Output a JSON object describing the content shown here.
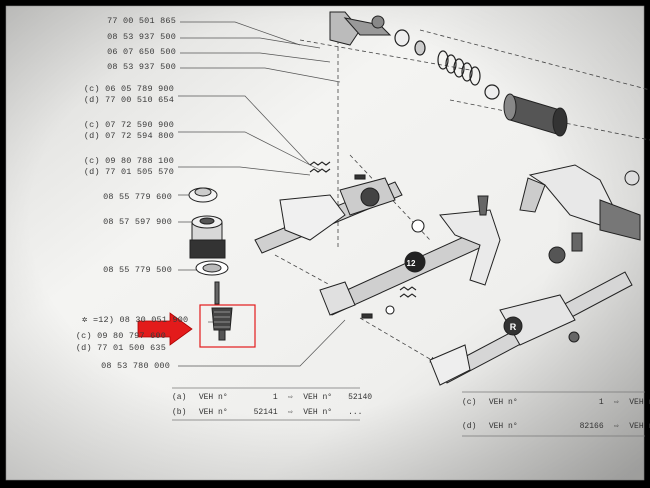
{
  "part_numbers_left": [
    {
      "text": "77 00 501 865"
    },
    {
      "text": "08 53 937 500"
    },
    {
      "text": "06 07 650 500"
    },
    {
      "text": "08 53 937 500"
    },
    {
      "text": "(c) 06 05 789 900"
    },
    {
      "text": "(d) 77 00 510 654"
    },
    {
      "text": "(c) 07 72 590 900"
    },
    {
      "text": "(d) 07 72 594 800"
    },
    {
      "text": "(c) 09 80 788 100"
    },
    {
      "text": "(d) 77 01 505 570"
    },
    {
      "text": "08 55 779 600"
    },
    {
      "text": "08 57 597 900"
    },
    {
      "text": "08 55 779 500"
    },
    {
      "text": "=12) 08 30 051 900"
    },
    {
      "text": "(c) 09 80 797 600"
    },
    {
      "text": "(d) 77 01 500 635"
    },
    {
      "text": "08 53 780 000"
    }
  ],
  "shaft_labels": {
    "gear_12": "12",
    "reverse": "R"
  },
  "table_left": [
    {
      "key": "(a)",
      "veh1": "VEH n°",
      "from": "1",
      "arrow": "⇨",
      "veh2": "VEH n°",
      "to": "52140"
    },
    {
      "key": "(b)",
      "veh1": "VEH n°",
      "from": "52141",
      "arrow": "⇨",
      "veh2": "VEH n°",
      "to": "..."
    }
  ],
  "table_right": [
    {
      "key": "(c)",
      "veh1": "VEH n°",
      "from": "1",
      "arrow": "⇨",
      "veh2": "VEH n°",
      "to": ""
    },
    {
      "key": "(d)",
      "veh1": "VEH n°",
      "from": "82166",
      "arrow": "⇨",
      "veh2": "VEH n°",
      "to": ""
    }
  ],
  "colors": {
    "highlight": "#e31b1b",
    "paper": "#f2f2f0",
    "ink": "#2a2a2a"
  }
}
